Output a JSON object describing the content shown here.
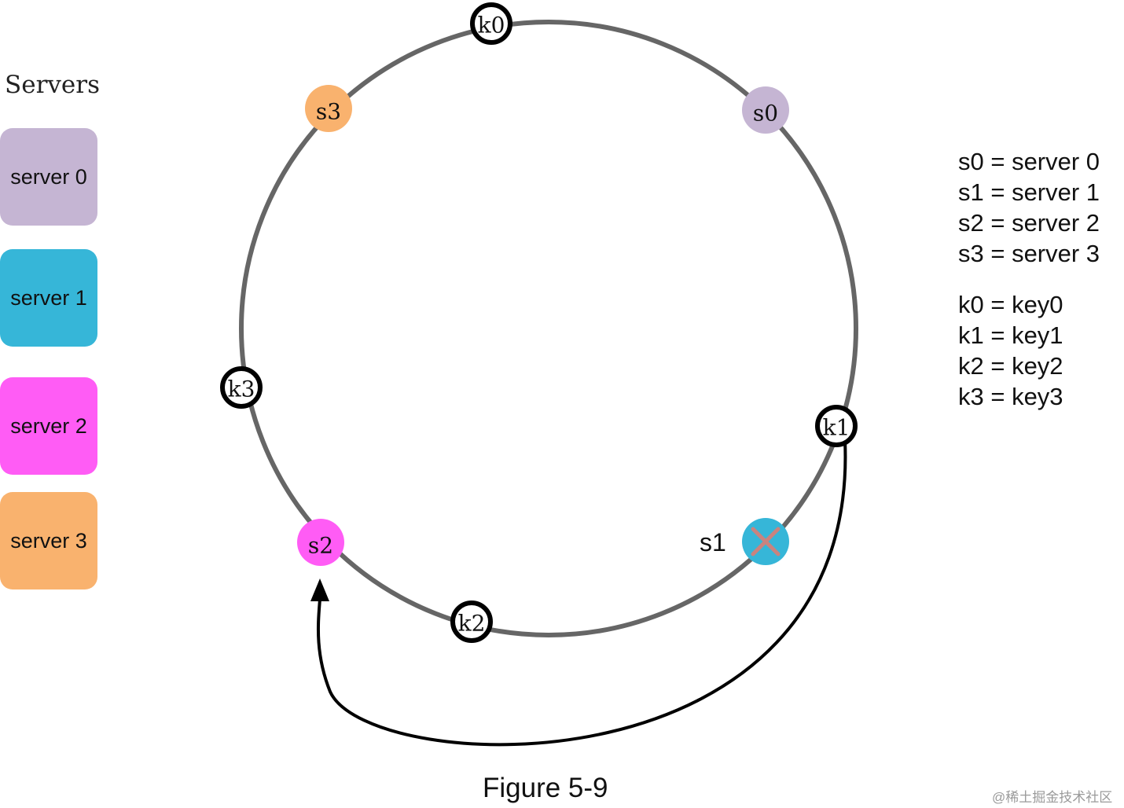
{
  "servers_panel": {
    "title": "Servers",
    "items": [
      {
        "label": "server 0",
        "color": "#c5b5d3"
      },
      {
        "label": "server 1",
        "color": "#36b6d8"
      },
      {
        "label": "server 2",
        "color": "#ff5cf5"
      },
      {
        "label": "server 3",
        "color": "#f9b26e"
      }
    ]
  },
  "ring": {
    "server_nodes": [
      {
        "id": "s0",
        "label": "s0",
        "color": "#c5b5d3"
      },
      {
        "id": "s1",
        "label": "",
        "color": "#36b6d8",
        "removed": true,
        "side_label": "s1"
      },
      {
        "id": "s2",
        "label": "s2",
        "color": "#ff5cf5"
      },
      {
        "id": "s3",
        "label": "s3",
        "color": "#f9b26e"
      }
    ],
    "key_nodes": [
      {
        "id": "k0",
        "label": "k0"
      },
      {
        "id": "k1",
        "label": "k1"
      },
      {
        "id": "k2",
        "label": "k2"
      },
      {
        "id": "k3",
        "label": "k3"
      }
    ],
    "arrow": {
      "from": "k1",
      "to": "s2"
    }
  },
  "legend": {
    "servers": [
      "s0 = server 0",
      "s1 = server 1",
      "s2 = server 2",
      "s3 = server 3"
    ],
    "keys": [
      "k0 = key0",
      "k1 = key1",
      "k2 = key2",
      "k3 = key3"
    ]
  },
  "caption": "Figure 5-9",
  "watermark": "@稀土掘金技术社区"
}
